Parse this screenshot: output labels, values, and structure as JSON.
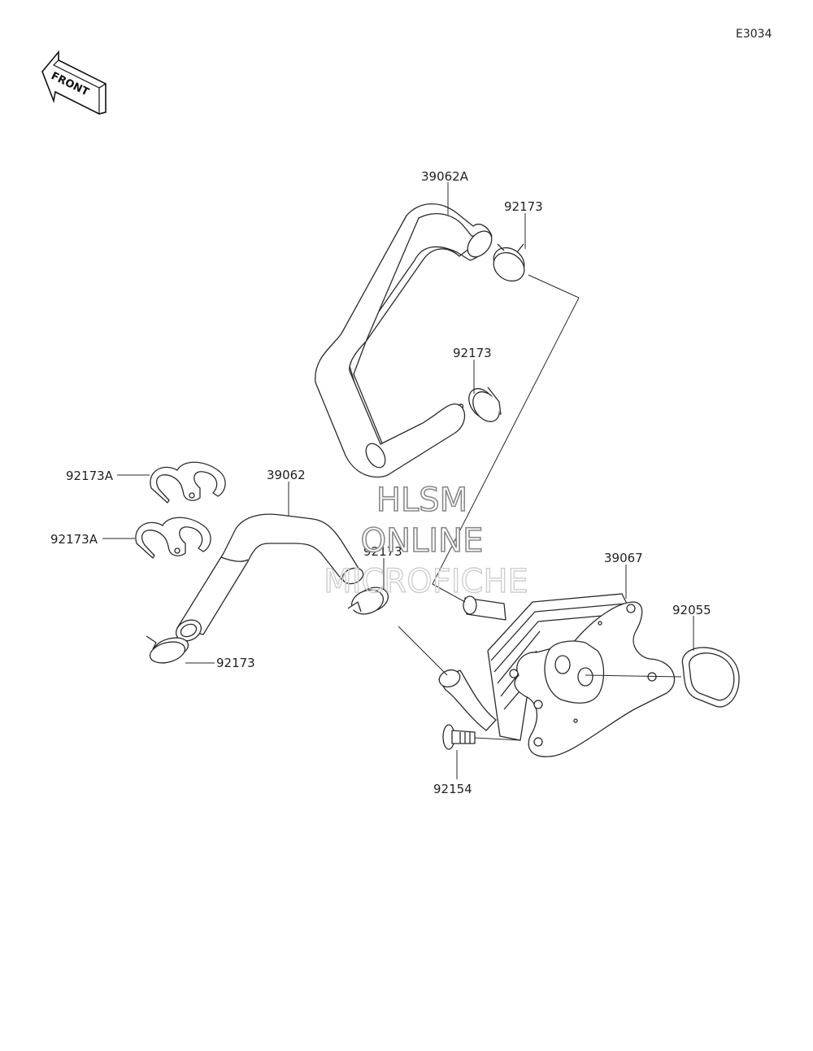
{
  "diagram_code": "E3034",
  "front_arrow_label": "FRONT",
  "watermark": {
    "line1": "HLSM",
    "line2": "ONLINE",
    "line3": "MICROFICHE"
  },
  "callouts": {
    "hose_upper": "39062A",
    "clamp_upper_top": "92173",
    "clamp_upper_mid": "92173",
    "clip_a1": "92173A",
    "clip_a2": "92173A",
    "hose_lower": "39062",
    "clamp_lower_mid": "92173",
    "clamp_lower_end": "92173",
    "oil_cooler": "39067",
    "gasket": "92055",
    "bolt": "92154"
  }
}
